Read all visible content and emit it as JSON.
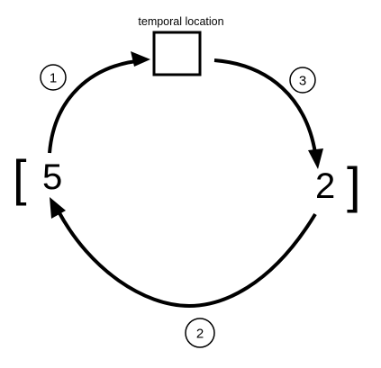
{
  "diagram": {
    "box_label": "temporal location",
    "left_value": "5",
    "right_value": "2",
    "left_bracket": "[",
    "right_bracket": "]",
    "step_top_left": "1",
    "step_top_right": "3",
    "step_bottom": "2",
    "stroke_color": "#000000",
    "background_color": "#ffffff"
  }
}
